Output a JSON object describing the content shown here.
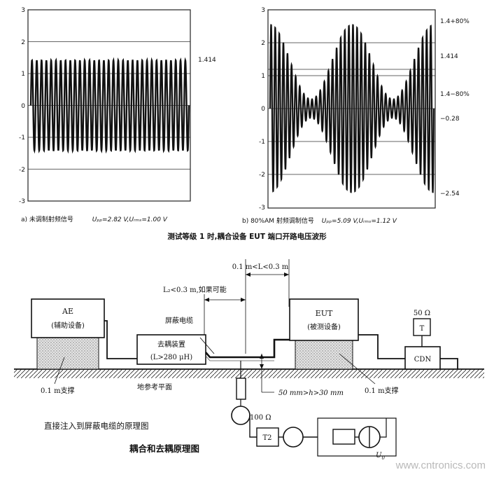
{
  "top": {
    "left_plot": {
      "yticks": [
        "3",
        "2",
        "1",
        "0",
        "-1",
        "-2",
        "-3"
      ],
      "right_label": "1.414",
      "caption_prefix": "a) 未调制射频信号",
      "caption_values": "Uₚₚ=2.82 V,Uᵣₘₛ=1.00 V"
    },
    "right_plot": {
      "yticks": [
        "3",
        "2",
        "1",
        "0",
        "-1",
        "-2",
        "-3"
      ],
      "right_labels": [
        "1.4+80%",
        "1.414",
        "1.4−80%",
        "−0.28",
        "−2.54"
      ],
      "caption_prefix": "b) 80%AM 射频调制信号",
      "caption_values": "Uₚₚ=5.09 V,Uᵣₘₛ=1.12 V"
    },
    "title": "测试等级 1 时,耦合设备 EUT 端口开路电压波形"
  },
  "diagram": {
    "dim_top": "0.1 m<L<0.3 m",
    "dim_l2": "L₂<0.3 m,如果可能",
    "shield_cable": "屏蔽电缆",
    "ae_title": "AE",
    "ae_sub": "(辅助设备)",
    "decoupler_title": "去耦装置",
    "decoupler_sub": "(L>280 μH)",
    "eut_title": "EUT",
    "eut_sub": "(被测设备)",
    "load_label": "50 Ω",
    "t_label": "T",
    "cdn_label": "CDN",
    "support_left": "0.1 m支撑",
    "support_right": "0.1 m支撑",
    "ground_plane": "地参考平面",
    "height_spec": "50 mm>h>30 mm",
    "resistor_label": "100 Ω",
    "t2_label": "T2",
    "source_label": "U",
    "source_subscript": "0",
    "inject_note": "直接注入到屏蔽电缆的原理图",
    "main_title": "耦合和去耦原理图"
  },
  "watermark": "www.cntronics.com"
}
